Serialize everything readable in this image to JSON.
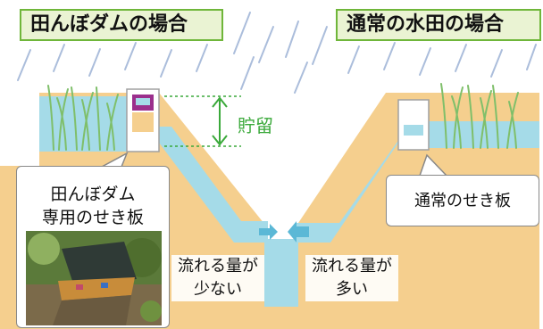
{
  "titles": {
    "left": "田んぼダムの場合",
    "right": "通常の水田の場合"
  },
  "labels": {
    "storage": "貯留",
    "left_weir_line1": "田んぼダム",
    "left_weir_line2": "専用のせき板",
    "right_weir": "通常のせき板",
    "flow_small_line1": "流れる量が",
    "flow_small_line2": "少ない",
    "flow_large_line1": "流れる量が",
    "flow_large_line2": "多い"
  },
  "colors": {
    "soil": "#f5cf8e",
    "water": "#a5dbe8",
    "water_dark": "#7cc6d8",
    "grass": "#7fbf6a",
    "rain": "#8fa8d0",
    "accent_green": "#3aa93a",
    "weir_purple": "#9b2f8c"
  },
  "icons": [
    "rain",
    "grass",
    "arrow-right-icon",
    "arrow-left-icon",
    "storage-arrow-icon"
  ]
}
